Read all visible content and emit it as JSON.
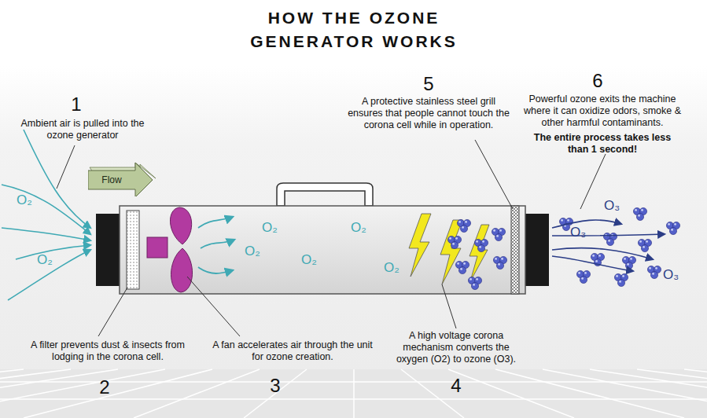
{
  "diagram": {
    "title": "HOW THE OZONE GENERATOR WORKS",
    "nodes": [
      {
        "text": [
          "Flow"
        ]
      }
    ],
    "labels": [
      "1",
      "Ambient air is pulled into the ozone generator",
      "5",
      "A protective stainless steel grill ensures that people cannot touch the corona cell while in operation.",
      "6",
      "Powerful ozone exits the machine where it can oxidize odors, smoke & other harmful contaminants.",
      "The entire process takes less than 1 second!",
      "O₂",
      "O₂",
      "O₂",
      "O₂",
      "O₂",
      "O₂",
      "O₂",
      "O₃",
      "O₃",
      "O₃",
      "A filter prevents dust & insects from lodging in the corona cell.",
      "A fan accelerates air through the unit for ozone creation.",
      "A high voltage corona mechanism converts the oxygen (O2) to ozone (O3).",
      "2",
      "3",
      "4"
    ]
  }
}
